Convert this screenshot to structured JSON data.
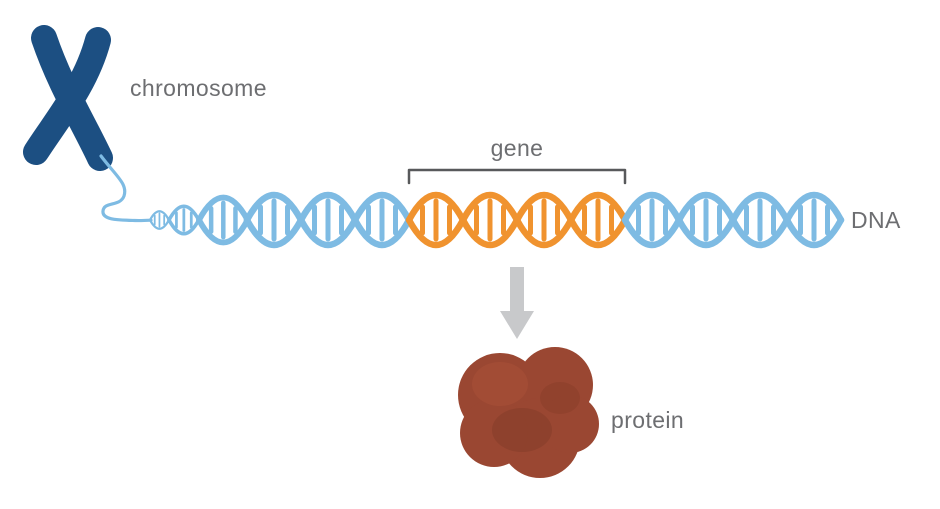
{
  "diagram": {
    "labels": {
      "chromosome": "chromosome",
      "gene": "gene",
      "dna": "DNA",
      "protein": "protein"
    },
    "colors": {
      "chromosome": "#1c4f82",
      "dna_strand": "#7ebbe3",
      "gene_segment": "#f0932f",
      "bracket": "#58595b",
      "arrow": "#c8c9cb",
      "protein": "#9a4732",
      "label_text": "#6d6e71",
      "background": "#ffffff"
    }
  }
}
